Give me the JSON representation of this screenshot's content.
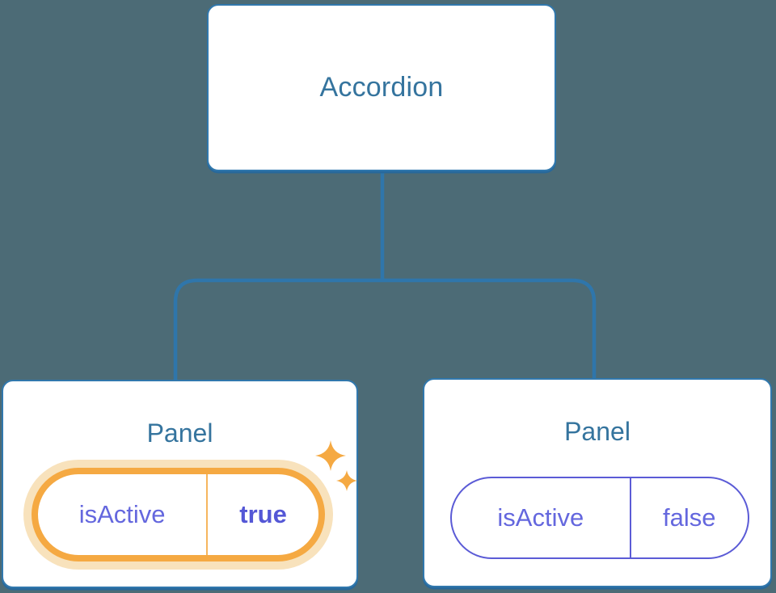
{
  "colors": {
    "background": "#4C6B76",
    "line_blue": "#2F76AB",
    "node_border": "#3178AD",
    "title_blue": "#35749E",
    "state_purple": "#6467DE",
    "state_purple_bold": "#5457D6",
    "pill_border_purple": "#5B5BD6",
    "highlight_orange": "#F5A942",
    "highlight_glow": "#F8E2BC"
  },
  "tree": {
    "root": {
      "label": "Accordion"
    },
    "panels": [
      {
        "title": "Panel",
        "state_key": "isActive",
        "state_value": "true",
        "highlighted": true
      },
      {
        "title": "Panel",
        "state_key": "isActive",
        "state_value": "false",
        "highlighted": false
      }
    ]
  },
  "icons": {
    "sparkles": "sparkles-icon (two four-pointed stars marking updated state)"
  }
}
